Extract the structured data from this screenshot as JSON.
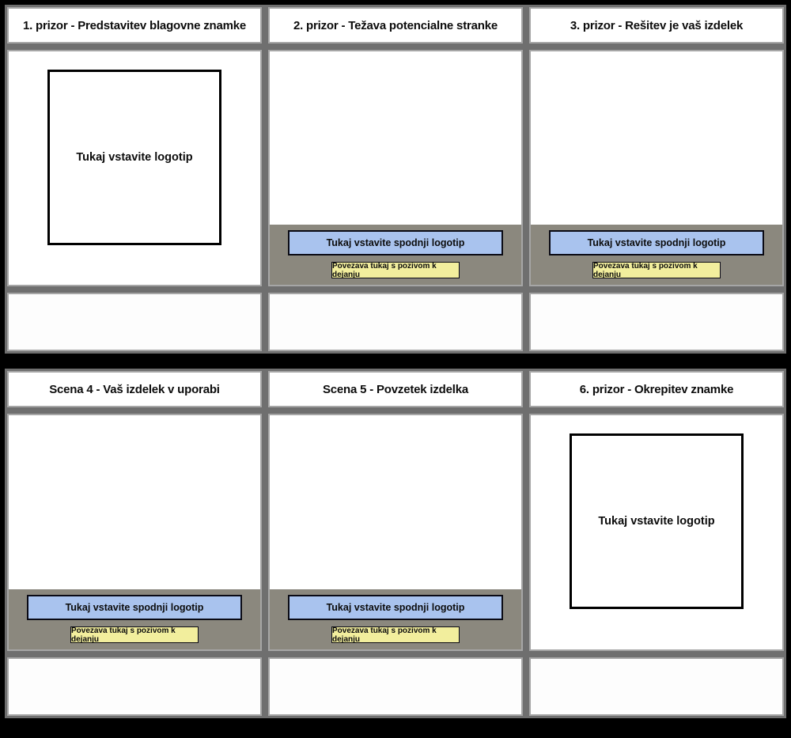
{
  "colors": {
    "page_bg": "#000000",
    "board_bg": "#6f6f6f",
    "cell_border": "#a6a6a6",
    "strip_bg": "#8b887e",
    "primary_button_bg": "#a9c3ee",
    "secondary_button_bg": "#f2ee9d",
    "button_border": "#0a0a14",
    "logo_box_border": "#000000"
  },
  "panels": [
    {
      "title": "1. prizor - Predstavitev blagovne znamke",
      "type": "logo",
      "logo_label": "Tukaj vstavite logotip"
    },
    {
      "title": "2. prizor - Težava potencialne stranke",
      "type": "cta",
      "cta_primary": "Tukaj vstavite spodnji logotip",
      "cta_secondary": "Povezava tukaj s pozivom k dejanju"
    },
    {
      "title": "3. prizor - Rešitev je vaš izdelek",
      "type": "cta",
      "cta_primary": "Tukaj vstavite spodnji logotip",
      "cta_secondary": "Povezava tukaj s pozivom k dejanju"
    },
    {
      "title": "Scena 4 - Vaš izdelek v uporabi",
      "type": "cta",
      "cta_primary": "Tukaj vstavite spodnji logotip",
      "cta_secondary": "Povezava tukaj s pozivom k dejanju"
    },
    {
      "title": "Scena 5 - Povzetek izdelka",
      "type": "cta",
      "cta_primary": "Tukaj vstavite spodnji logotip",
      "cta_secondary": "Povezava tukaj s pozivom k dejanju"
    },
    {
      "title": "6. prizor - Okrepitev znamke",
      "type": "logo",
      "logo_label": "Tukaj vstavite logotip"
    }
  ]
}
